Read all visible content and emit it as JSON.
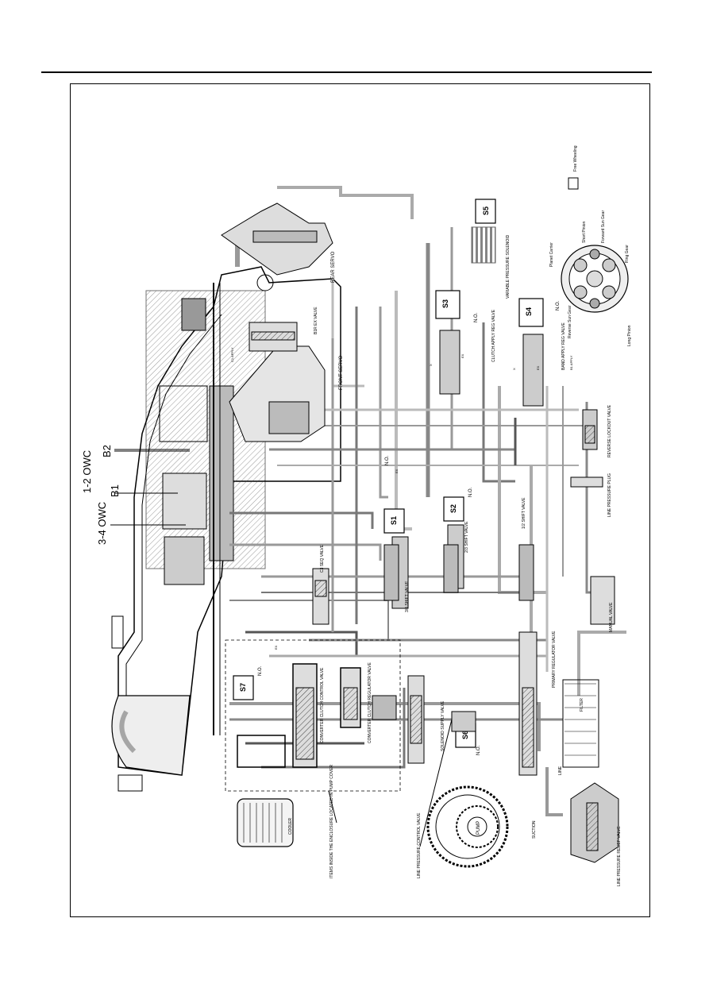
{
  "diagram": {
    "callouts": {
      "owc_34": "3-4 OWC",
      "owc_12": "1-2 OWC",
      "b1": "B1",
      "b2": "B2"
    },
    "labels": {
      "rear_servo": "REAR SERVO",
      "front_servo": "FRONT SERVO",
      "b1r_ex_valve": "B1R EX VALVE",
      "variable_pressure_solenoid": "VARIABLE PRESSURE SOLENOID",
      "s5": "S5",
      "s3": "S3",
      "s4": "S4",
      "s1": "S1",
      "s2": "S2",
      "s6": "S6",
      "s7": "S7",
      "no": "N.O.",
      "clutch_apply_reg_valve": "CLUTCH APPLY REG VALVE",
      "band_apply_reg_valve": "BAND APPLY REG VALVE",
      "reverse_lockout_valve": "REVERSE LOCKOUT VALVE",
      "line_pressure_plug": "LINE PRESSURE PLUG",
      "shift_12": "1/2 SHIFT VALVE",
      "shift_23": "2/3 SHIFT VALVE",
      "shift_34": "3/4 SHIFT VALVE",
      "seq_valve": "C3 SEQ VALVE",
      "manual_valve": "MANUAL VALVE",
      "primary_regulator_valve": "PRIMARY REGULATOR VALVE",
      "filter": "FILTER",
      "suction": "SUCTION",
      "line": "LINE",
      "pump": "PUMP",
      "line_pressure_relief_valve": "LINE PRESSURE RELIEF VALVE",
      "line_pressure_control_valve": "LINE PRESSURE CONTROL VALVE",
      "solenoid_supply_valve": "SOLENOID SUPPLY VALVE",
      "converter_clutch_regulator_valve": "CONVERTER CLUTCH REGULATOR VALVE",
      "converter_clutch_control_valve": "CONVERTER CLUTCH CONTROL VALVE",
      "items_inside": "ITEMS INSIDE THE ENCLOSURE LOCATED IN PUMP COVER",
      "cooler": "COOLER"
    },
    "legend": {
      "free_wheeling": "Free Wheeling",
      "planet_carrier": "Planet Carrier",
      "short_pinion": "Short Pinion",
      "forward_sun_gear": "Forward Sun Gear",
      "ring_gear": "Ring Gear",
      "reverse_sun_gear": "Reverse Sun Gear",
      "long_pinion": "Long Pinion"
    },
    "small_codes": {
      "ex": "EX",
      "x": "X",
      "c1_apply": "C1 APPLY",
      "b1_apply": "B1 APPLY"
    }
  }
}
